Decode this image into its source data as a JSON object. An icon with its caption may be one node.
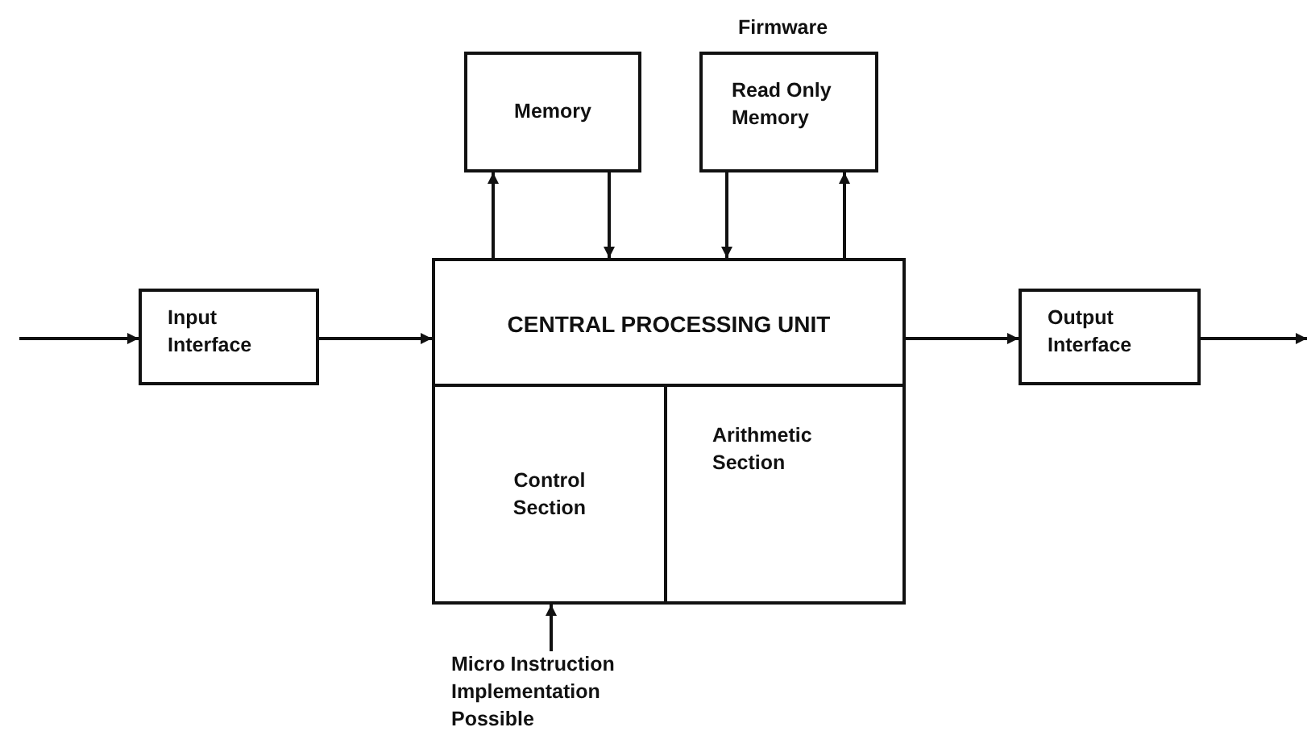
{
  "diagram": {
    "nodes": [
      {
        "text": [
          "Memory"
        ]
      },
      {
        "text": [
          "Read Only Memory"
        ],
        "beside": [
          "Firmware"
        ]
      },
      {
        "text": [
          "Input Interface"
        ]
      },
      {
        "text": [
          "CENTRAL PROCESSING UNIT"
        ]
      },
      {
        "text": [
          "Control Section"
        ],
        "in": 3
      },
      {
        "text": [
          "Arithmetic Section"
        ],
        "in": 3
      },
      {
        "text": [
          "Output Interface"
        ]
      },
      {
        "text": [
          "Micro Instruction Implementation Possible"
        ]
      }
    ],
    "edges": [
      {
        "from": null,
        "to": 2,
        "arrow": "to"
      },
      {
        "from": 2,
        "to": 3,
        "arrow": "to"
      },
      {
        "from": 3,
        "to": 0,
        "arrow": "to"
      },
      {
        "from": 0,
        "to": 3,
        "arrow": "to"
      },
      {
        "from": 1,
        "to": 3,
        "arrow": "to"
      },
      {
        "from": 3,
        "to": 1,
        "arrow": "to"
      },
      {
        "from": 3,
        "to": 6,
        "arrow": "to"
      },
      {
        "from": 6,
        "to": null,
        "arrow": "to"
      },
      {
        "from": 7,
        "to": 4,
        "arrow": "to"
      }
    ]
  }
}
